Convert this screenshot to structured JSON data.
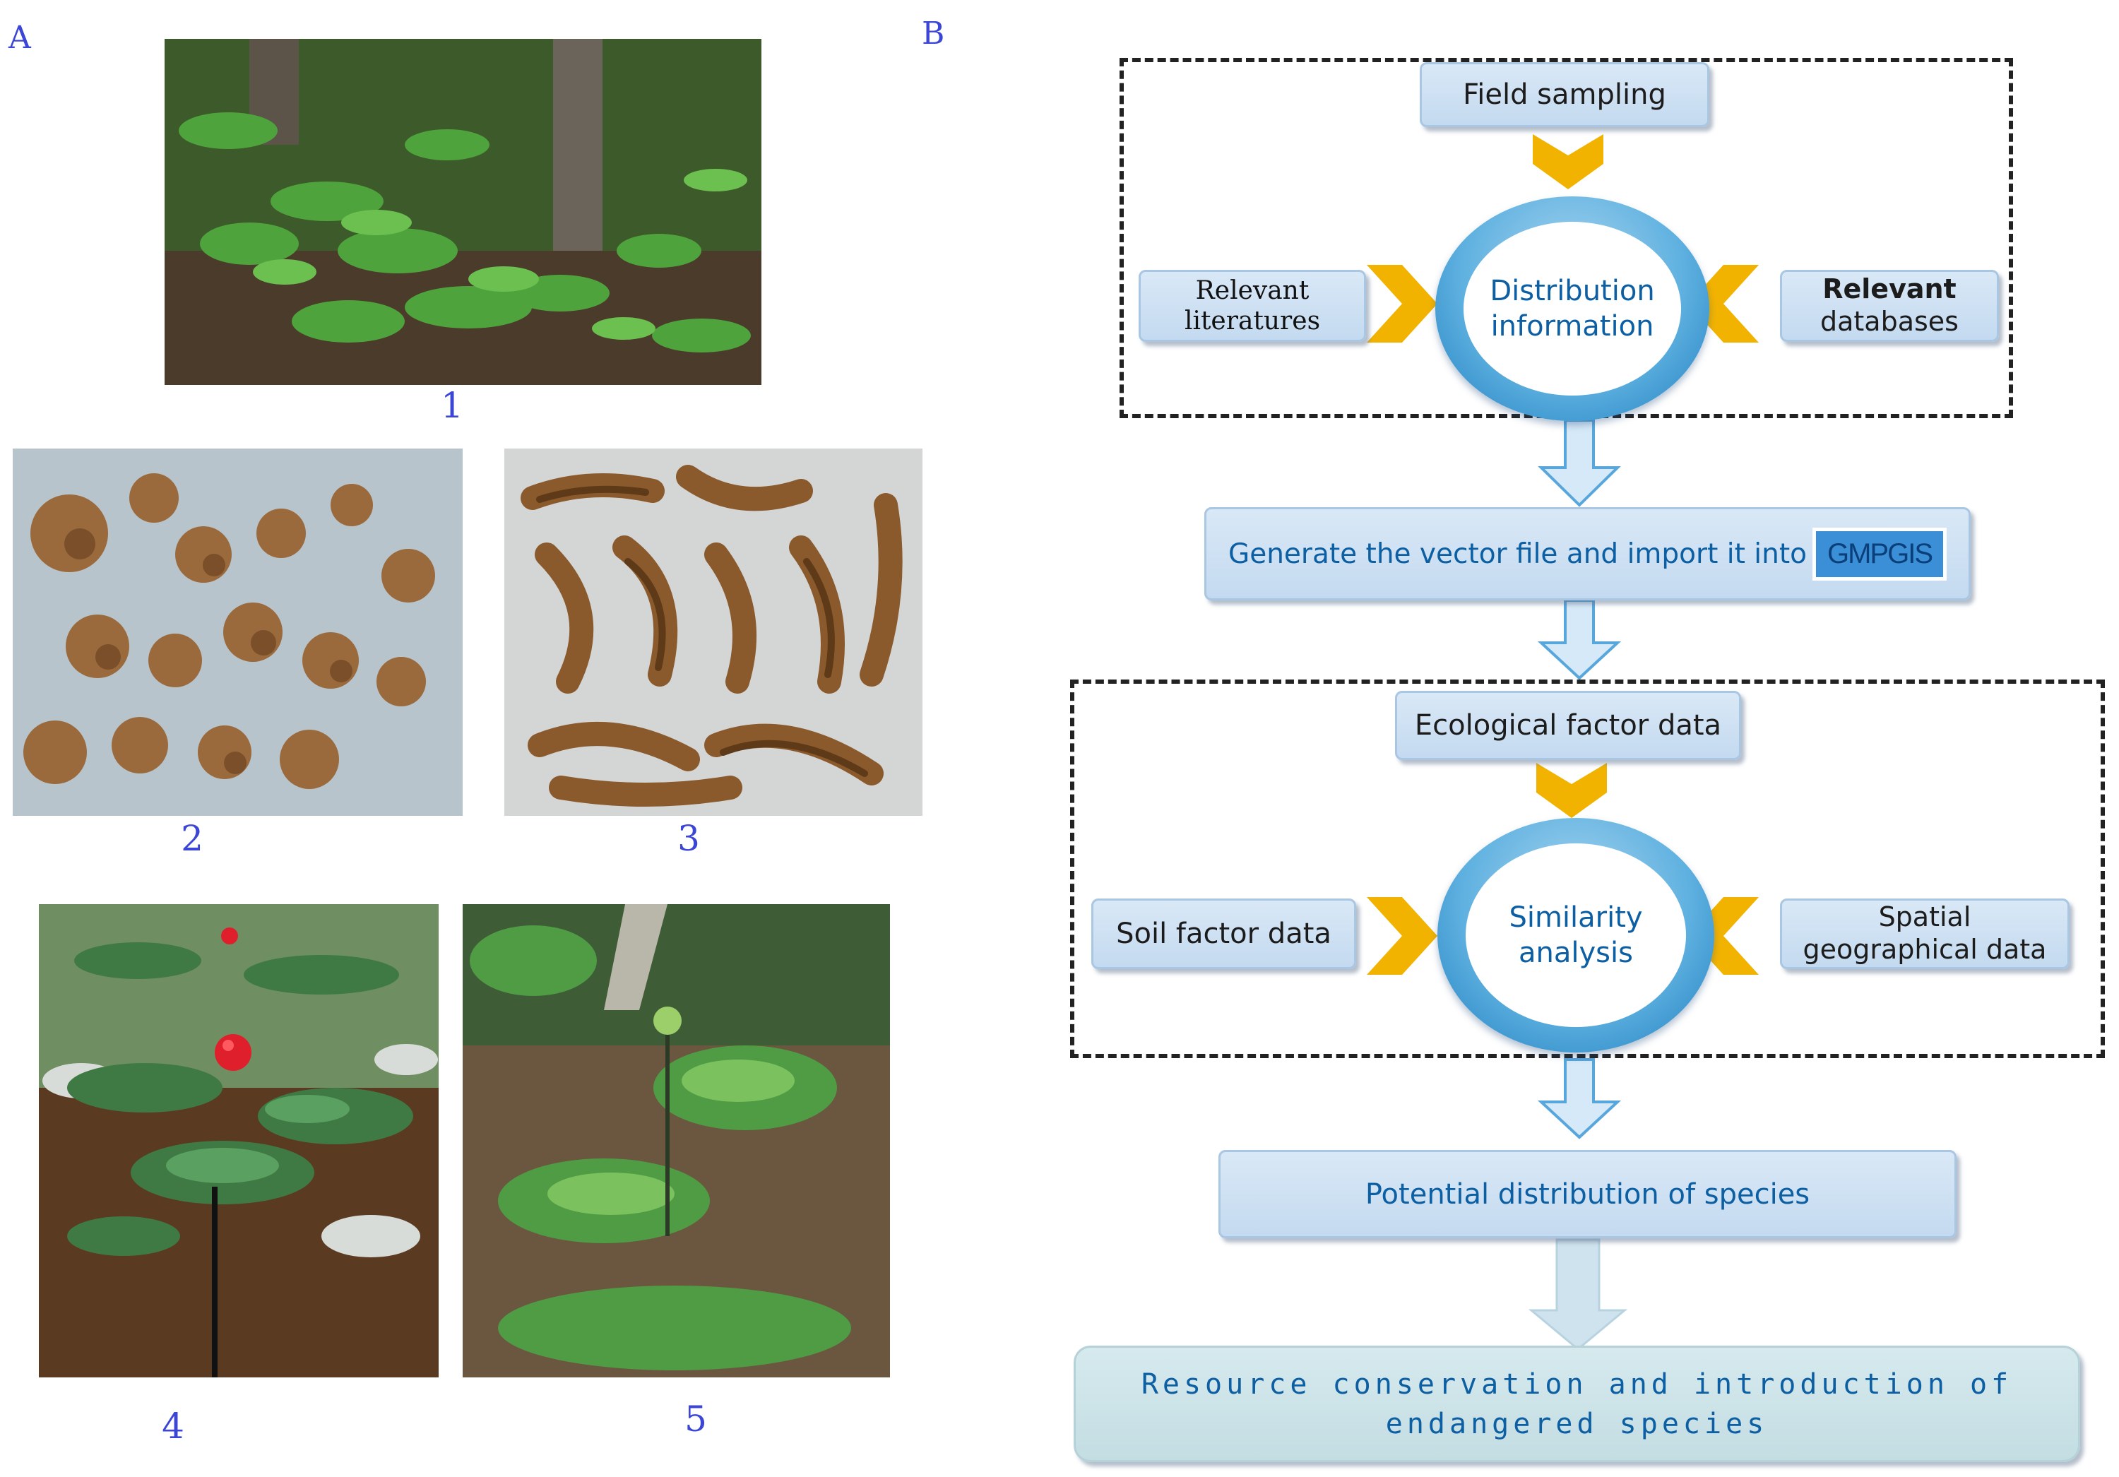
{
  "panels": {
    "a": "A",
    "b": "B"
  },
  "photos": [
    {
      "id": 1,
      "label": "1"
    },
    {
      "id": 2,
      "label": "2"
    },
    {
      "id": 3,
      "label": "3"
    },
    {
      "id": 4,
      "label": "4"
    },
    {
      "id": 5,
      "label": "5"
    }
  ],
  "flow": {
    "field_sampling": "Field sampling",
    "distribution_line1": "Distribution",
    "distribution_line2": "information",
    "relevant_literatures_line1": "Relevant",
    "relevant_literatures_line2": "literatures",
    "relevant_databases_line1": "Relevant",
    "relevant_databases_line2": "databases",
    "generate": "Generate the vector file and import it into",
    "gmpgis": "GMPGIS",
    "ecological": "Ecological factor data",
    "similarity_line1": "Similarity",
    "similarity_line2": "analysis",
    "soil": "Soil factor data",
    "spatial_line1": "Spatial",
    "spatial_line2": "geographical data",
    "potential": "Potential distribution of species",
    "resource_line1": "Resource conservation and introduction of",
    "resource_line2": "endangered species"
  },
  "colors": {
    "label_blue": "#3b46d6",
    "arrow_gold": "#f2b300",
    "box_fill": "#c9ddf1",
    "text_blue": "#0d5fa3"
  }
}
